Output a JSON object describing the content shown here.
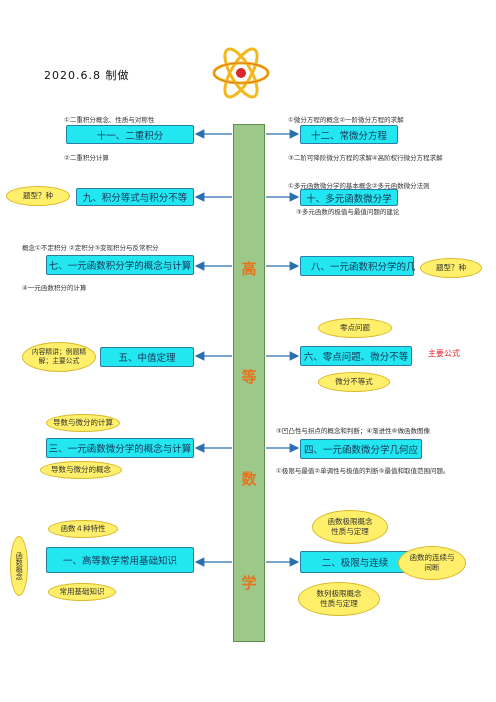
{
  "header": {
    "date": "2020.6.8 制做"
  },
  "trunk": {
    "chars": [
      "高",
      "等",
      "数",
      "学"
    ],
    "color": "#9cc88a",
    "char_color": "#e8731c"
  },
  "left": {
    "b11": {
      "label": "十一、二重积分",
      "note_top": "①二重积分概念、性质与对称性",
      "note_bottom": "②二重积分计算"
    },
    "b9": {
      "label": "九、积分等式与积分不等",
      "oval": "题型？种"
    },
    "b7": {
      "label": "七、一元函数积分学的概念与计算",
      "note_top": "概念①不定积分 ②定积分③变现积分与反常积分",
      "note_bottom": "④一元函数积分的计算"
    },
    "b5": {
      "label": "五、中值定理",
      "oval": "内容精讲；例题精解；主要公式"
    },
    "b3": {
      "label": "三、一元函数微分学的概念与计算",
      "oval_top": "导数与微分的计算",
      "oval_bottom": "导数与微分的概念"
    },
    "b1": {
      "label": "一、高等数学常用基础知识",
      "oval_top": "函数４种特性",
      "oval_bottom": "常用基础知识",
      "side_oval": "函数概念"
    }
  },
  "right": {
    "b12": {
      "label": "十二、常微分方程",
      "note_top": "①微分方程的概念②一阶微分方程的求解",
      "note_bottom": "③二阶可降阶微分方程的求解④高阶权行微分方程求解"
    },
    "b10": {
      "label": "十、多元函数微分学",
      "note_top": "①多元函数微分学的基本概念②多元函数微分法则",
      "note_bottom": "③多元函数的极值与最值问题的建论"
    },
    "b8": {
      "label": "八、一元函数积分学的几",
      "oval": "题型？种"
    },
    "b6": {
      "label": "六、零点问题、微分不等",
      "oval_top": "零点问题",
      "oval_bottom": "微分不等式",
      "red": "主要公式"
    },
    "b4": {
      "label": "四、一元函数微分学几何应",
      "note_top": "③凹凸性与拐点的概念和判断；④渐进性⑥做函数图像",
      "note_bottom": "①极限与最值②单调性与极值的判断⑤最值和取值范围问题。"
    },
    "b2": {
      "label": "二、极限与连续",
      "oval_top": "函数极限概念性质与定理",
      "oval_bottom": "数列极限概念性质与定理",
      "side_oval": "函数的连续与间断"
    }
  },
  "colors": {
    "box_fill": "#22e6f0",
    "oval_fill": "#ffef6a",
    "red_text": "#e0242a"
  }
}
